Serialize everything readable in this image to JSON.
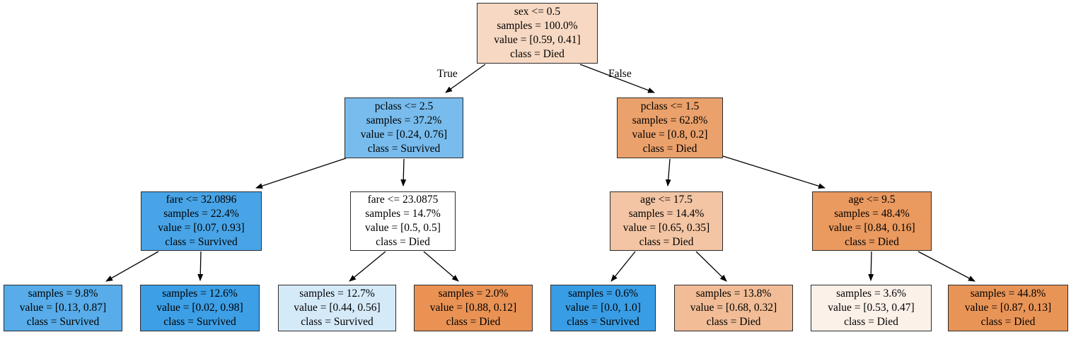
{
  "diagram_type": "decision-tree",
  "dataset_hint_classes": [
    "Died",
    "Survived"
  ],
  "class_colors": {
    "died_full": "#e58139",
    "survived_full": "#399de5"
  },
  "edge_labels": {
    "true": "True",
    "false": "False"
  },
  "nodes": [
    {
      "id": "sex",
      "lines": [
        "sex <= 0.5",
        "samples = 100.0%",
        "value = [0.59, 0.41]",
        "class = Died"
      ],
      "color": "#f7d9c3"
    },
    {
      "id": "pclass-left",
      "lines": [
        "pclass <= 2.5",
        "samples = 37.2%",
        "value = [0.24, 0.76]",
        "class = Survived"
      ],
      "color": "#78bced"
    },
    {
      "id": "pclass-right",
      "lines": [
        "pclass <= 1.5",
        "samples = 62.8%",
        "value = [0.8, 0.2]",
        "class = Died"
      ],
      "color": "#eba16b"
    },
    {
      "id": "fare-left",
      "lines": [
        "fare <= 32.0896",
        "samples = 22.4%",
        "value = [0.07, 0.93]",
        "class = Survived"
      ],
      "color": "#48a4e7"
    },
    {
      "id": "fare-right",
      "lines": [
        "fare <= 23.0875",
        "samples = 14.7%",
        "value = [0.5, 0.5]",
        "class = Died"
      ],
      "color": "#ffffff"
    },
    {
      "id": "age-left",
      "lines": [
        "age <= 17.5",
        "samples = 14.4%",
        "value = [0.65, 0.35]",
        "class = Died"
      ],
      "color": "#f3c5a4"
    },
    {
      "id": "age-right",
      "lines": [
        "age <= 9.5",
        "samples = 48.4%",
        "value = [0.84, 0.16]",
        "class = Died"
      ],
      "color": "#ea995f"
    },
    {
      "id": "leaf-1",
      "lines": [
        "samples = 9.8%",
        "value = [0.13, 0.87]",
        "class = Survived"
      ],
      "color": "#57ace9"
    },
    {
      "id": "leaf-2",
      "lines": [
        "samples = 12.6%",
        "value = [0.02, 0.98]",
        "class = Survived"
      ],
      "color": "#3d9fe6"
    },
    {
      "id": "leaf-3",
      "lines": [
        "samples = 12.7%",
        "value = [0.44, 0.56]",
        "class = Survived"
      ],
      "color": "#d5eaf9"
    },
    {
      "id": "leaf-4",
      "lines": [
        "samples = 2.0%",
        "value = [0.88, 0.12]",
        "class = Died"
      ],
      "color": "#e99254"
    },
    {
      "id": "leaf-5",
      "lines": [
        "samples = 0.6%",
        "value = [0.0, 1.0]",
        "class = Survived"
      ],
      "color": "#399de5"
    },
    {
      "id": "leaf-6",
      "lines": [
        "samples = 13.8%",
        "value = [0.68, 0.32]",
        "class = Died"
      ],
      "color": "#f1bc96"
    },
    {
      "id": "leaf-7",
      "lines": [
        "samples = 3.6%",
        "value = [0.53, 0.47]",
        "class = Died"
      ],
      "color": "#fcf1e9"
    },
    {
      "id": "leaf-8",
      "lines": [
        "samples = 44.8%",
        "value = [0.87, 0.13]",
        "class = Died"
      ],
      "color": "#e99457"
    }
  ],
  "edges": [
    {
      "from": "sex",
      "to": "pclass-left",
      "label": "True"
    },
    {
      "from": "sex",
      "to": "pclass-right",
      "label": "False"
    },
    {
      "from": "pclass-left",
      "to": "fare-left"
    },
    {
      "from": "pclass-left",
      "to": "fare-right"
    },
    {
      "from": "pclass-right",
      "to": "age-left"
    },
    {
      "from": "pclass-right",
      "to": "age-right"
    },
    {
      "from": "fare-left",
      "to": "leaf-1"
    },
    {
      "from": "fare-left",
      "to": "leaf-2"
    },
    {
      "from": "fare-right",
      "to": "leaf-3"
    },
    {
      "from": "fare-right",
      "to": "leaf-4"
    },
    {
      "from": "age-left",
      "to": "leaf-5"
    },
    {
      "from": "age-left",
      "to": "leaf-6"
    },
    {
      "from": "age-right",
      "to": "leaf-7"
    },
    {
      "from": "age-right",
      "to": "leaf-8"
    }
  ]
}
